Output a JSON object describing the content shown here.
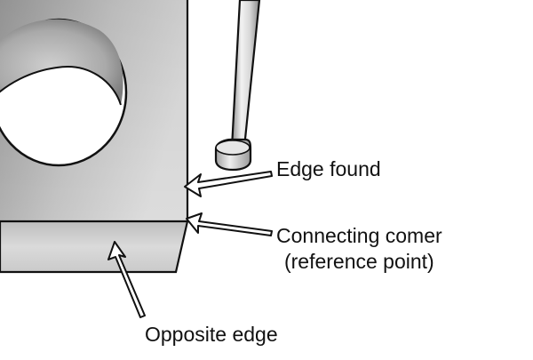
{
  "diagram": {
    "subject": "edge finder locating the corner of a workpiece",
    "annotations": {
      "edge_found": "Edge found",
      "connecting_corner_line1": "Connecting comer",
      "connecting_corner_line2": "(reference point)",
      "opposite_edge": "Opposite edge"
    },
    "colors": {
      "background": "#ffffff",
      "outline": "#111111",
      "block_face_light": "#d9d9d9",
      "block_face_dark": "#8f8f8f",
      "block_side_light": "#e2e2e2",
      "block_side_dark": "#b3b3b3",
      "probe_light": "#eeeeee",
      "probe_dark": "#9c9c9c"
    }
  }
}
